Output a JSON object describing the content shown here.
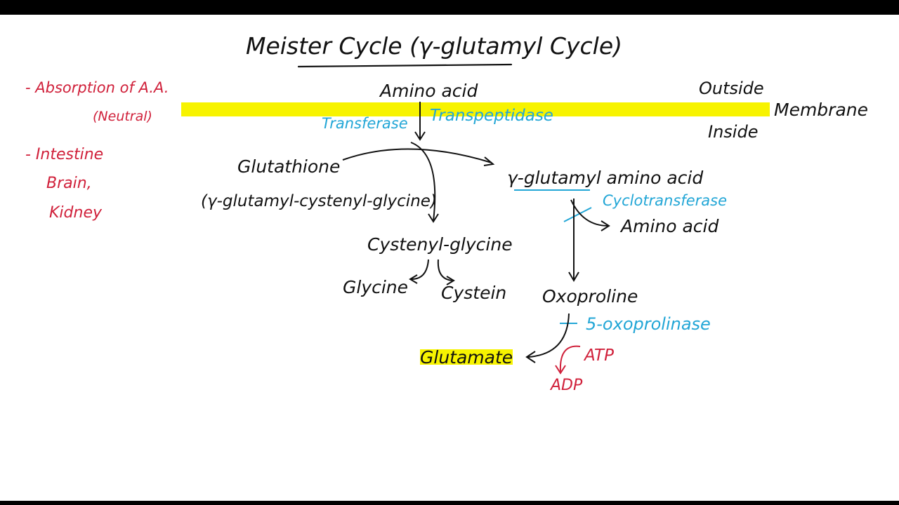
{
  "colors": {
    "ink": "#111111",
    "red": "#d0203a",
    "blue": "#22a6d6",
    "highlight": "#f7f300",
    "frame": "#000000",
    "board": "#ffffff"
  },
  "title": "Meister Cycle (γ-glutamyl Cycle)",
  "notes": {
    "absorption_line1": "- Absorption of A.A.",
    "absorption_line2": "(Neutral)",
    "sites_line1": "- Intestine",
    "sites_line2": "Brain,",
    "sites_line3": "Kidney"
  },
  "membrane": {
    "outside": "Outside",
    "membrane": "Membrane",
    "inside": "Inside"
  },
  "nodes": {
    "amino_acid_top": "Amino acid",
    "glutathione": "Glutathione",
    "glutathione_detail": "(γ-glutamyl-cystenyl-glycine)",
    "gamma_glutamyl_amino_acid": "γ-glutamyl amino acid",
    "amino_acid_right": "Amino acid",
    "cystenyl_glycine": "Cystenyl-glycine",
    "glycine": "Glycine",
    "cystein": "Cystein",
    "oxoproline": "Oxoproline",
    "glutamate": "Glutamate",
    "atp": "ATP",
    "adp": "ADP"
  },
  "enzymes": {
    "transferase": "Transferase",
    "transpeptidase": "Transpeptidase",
    "cyclotransferase": "Cyclotransferase",
    "oxoprolinase": "5-oxoprolinase"
  }
}
